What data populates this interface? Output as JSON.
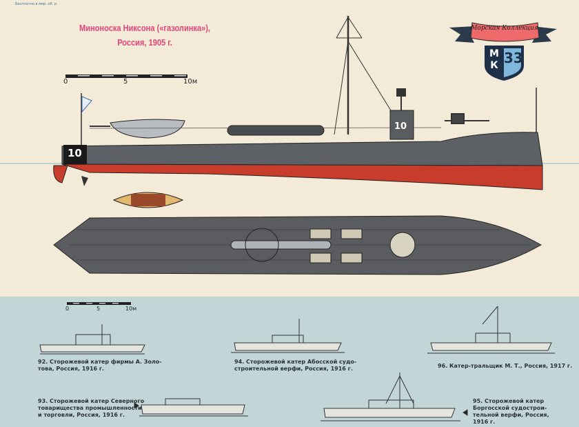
{
  "header": {
    "corner_note": "Бесплатно в мир. об. р.",
    "title_line1": "Миноноска Никсона («газолинка»),",
    "title_line2": "Россия, 1905 г."
  },
  "logo": {
    "ribbon_text": "Морская Коллекция",
    "letters": "МК",
    "issue": "33"
  },
  "scale_top": {
    "ticks": [
      "0",
      "5",
      "10м"
    ]
  },
  "scale_bottom": {
    "ticks": [
      "0",
      "5",
      "10м"
    ]
  },
  "main_ship": {
    "hull_number": "10",
    "funnel_number": "10",
    "hull_color": "#5d6064",
    "bottom_color": "#c83c2c"
  },
  "captions": {
    "c92": [
      "92. Сторожевой катер фирмы А. Золо-",
      "това, Россия, 1916 г."
    ],
    "c94": [
      "94. Сторожевой катер Абосской судо-",
      "строительной верфи, Россия, 1916 г."
    ],
    "c96": "96. Катер-тральщик М. Т., Россия, 1917 г.",
    "c93": [
      "93. Сторожевой катер Северного",
      "товарищества промышленности",
      "и торговли, Россия, 1916 г."
    ],
    "c95": [
      "95. Сторожевой катер",
      "Боргосской судострои-",
      "тельной верфи, Россия,",
      "1916 г."
    ]
  },
  "colors": {
    "paper": "#f3ead8",
    "lower_panel": "#c2d6d8",
    "title": "#e0457a"
  }
}
